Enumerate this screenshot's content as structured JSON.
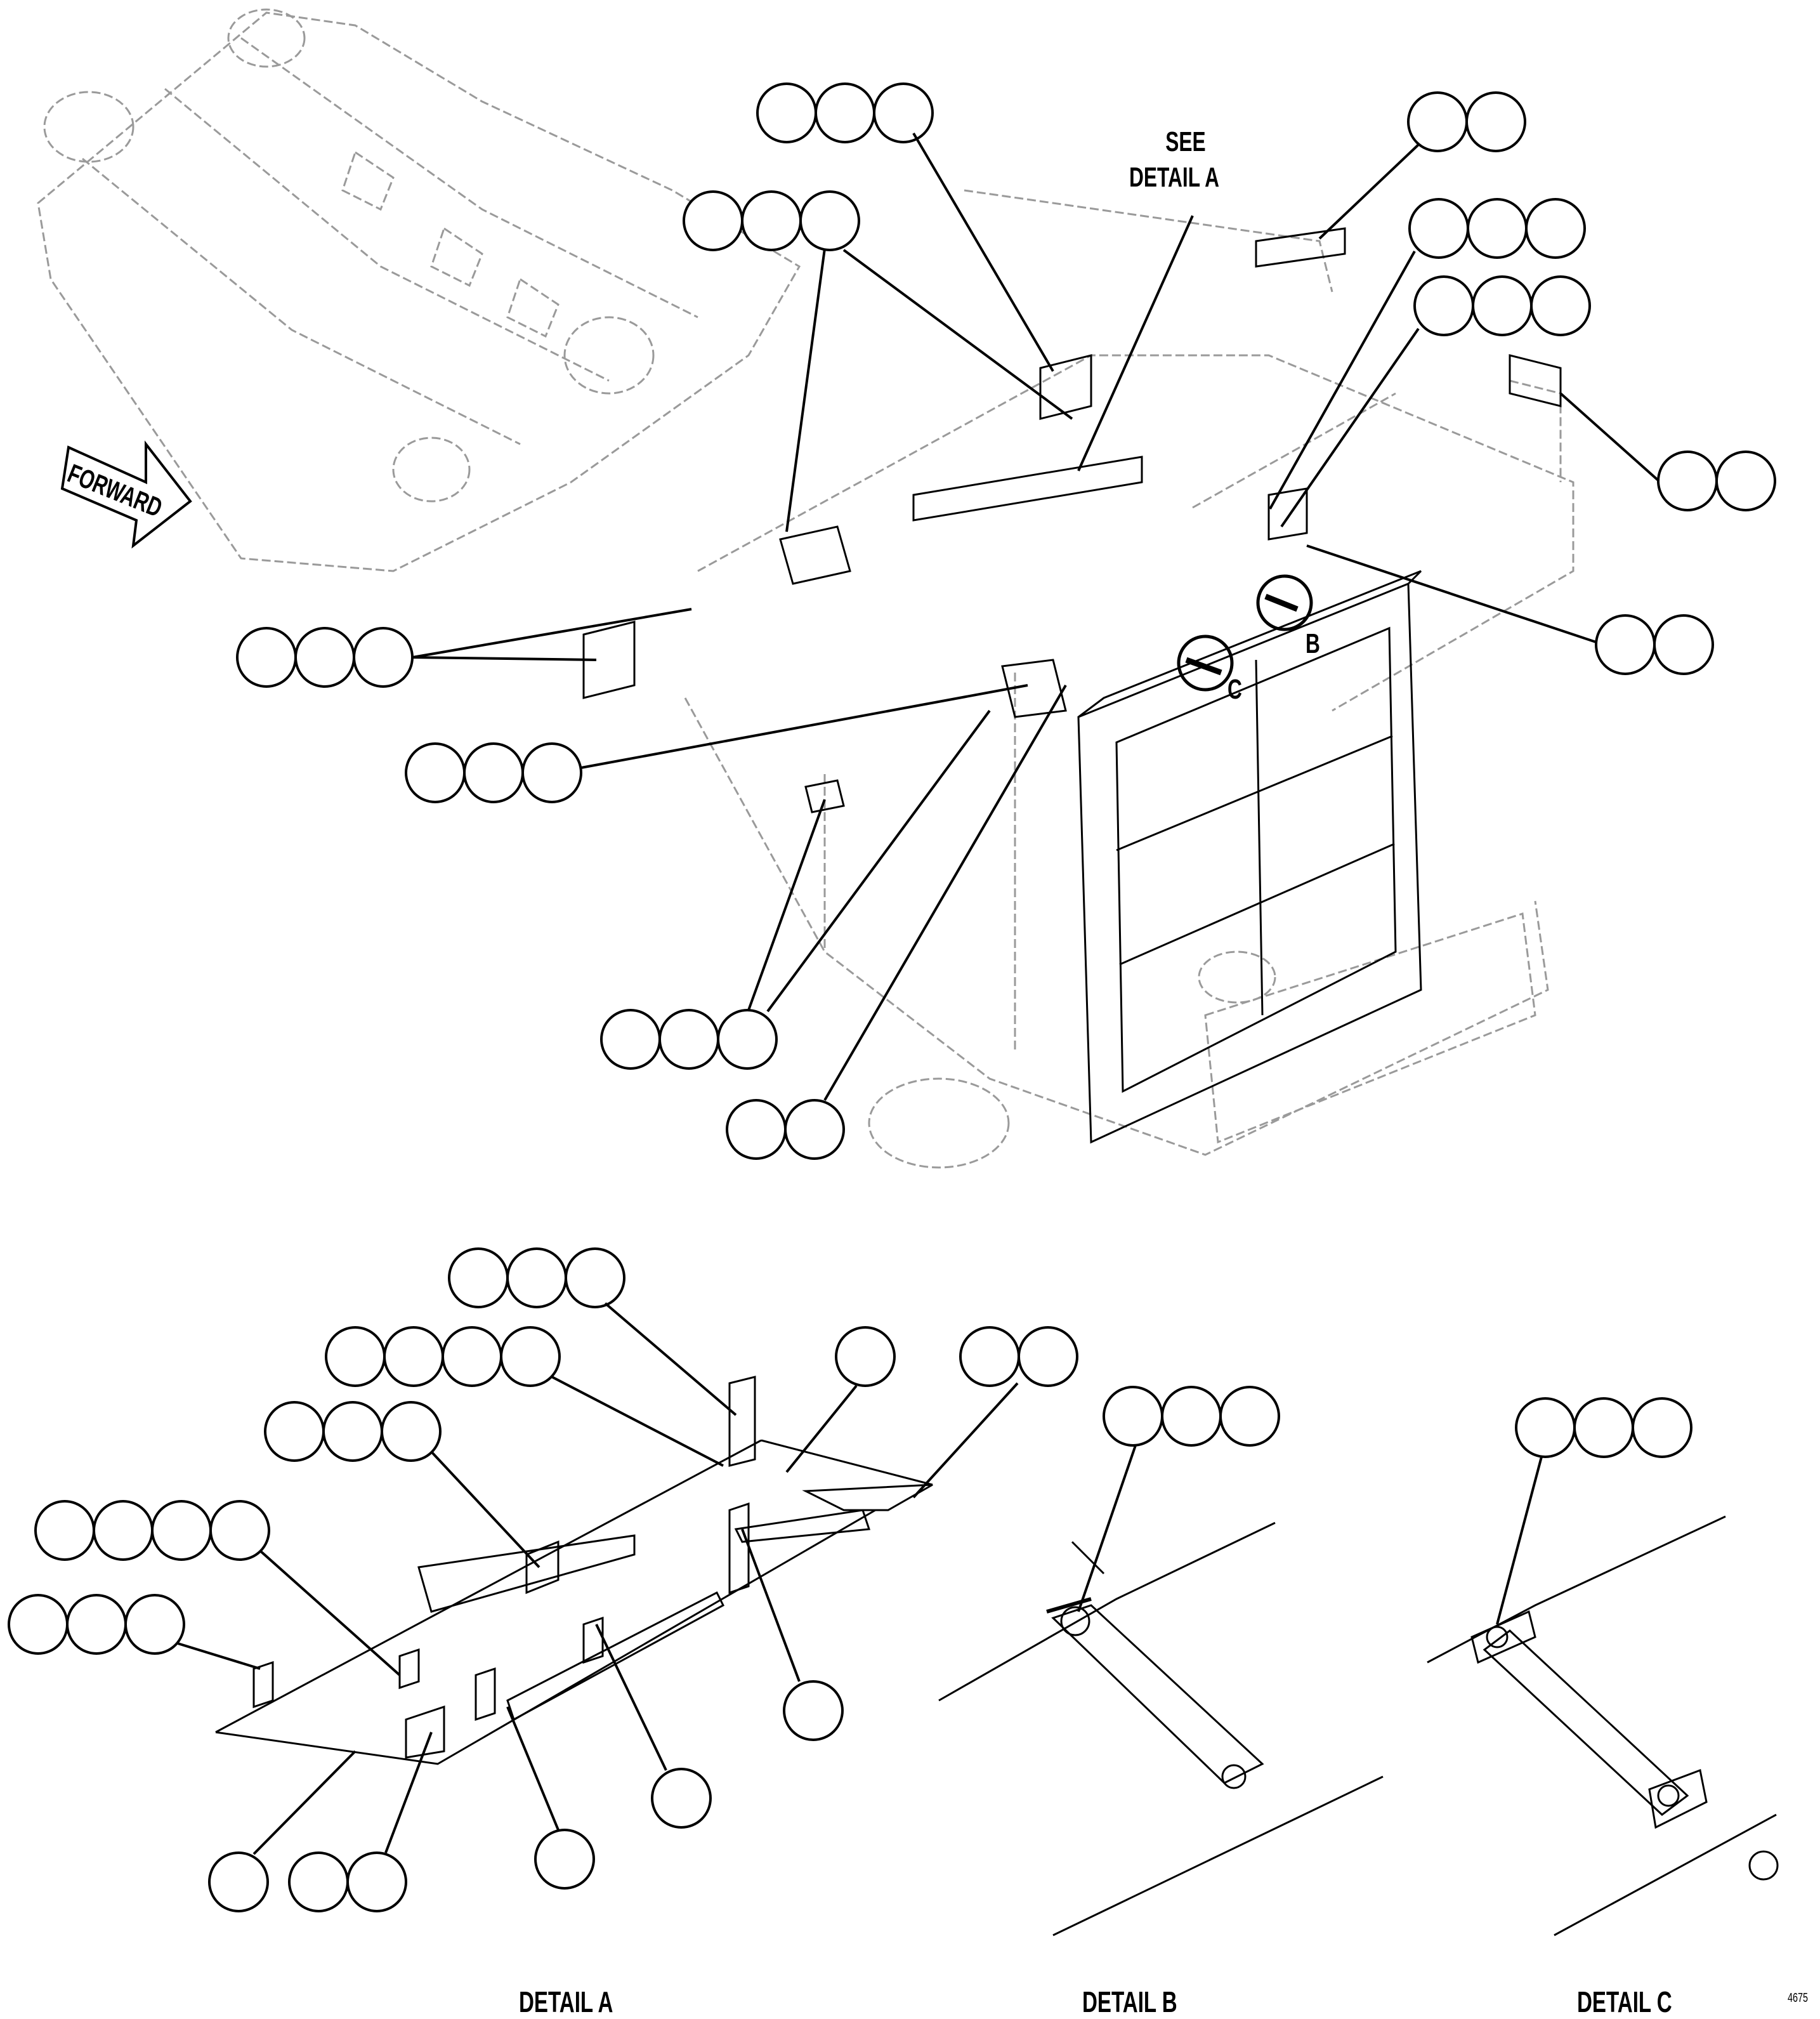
{
  "labels": {
    "forward": "FORWARD",
    "see_line1": "SEE",
    "see_line2": "DETAIL A",
    "detail_a": "DETAIL A",
    "detail_b": "DETAIL B",
    "detail_c": "DETAIL C",
    "view_b": "B",
    "view_c": "C",
    "figure_number": "4675"
  },
  "colors": {
    "line": "#000000",
    "ghost": "#9a9a9a",
    "background": "#ffffff"
  }
}
